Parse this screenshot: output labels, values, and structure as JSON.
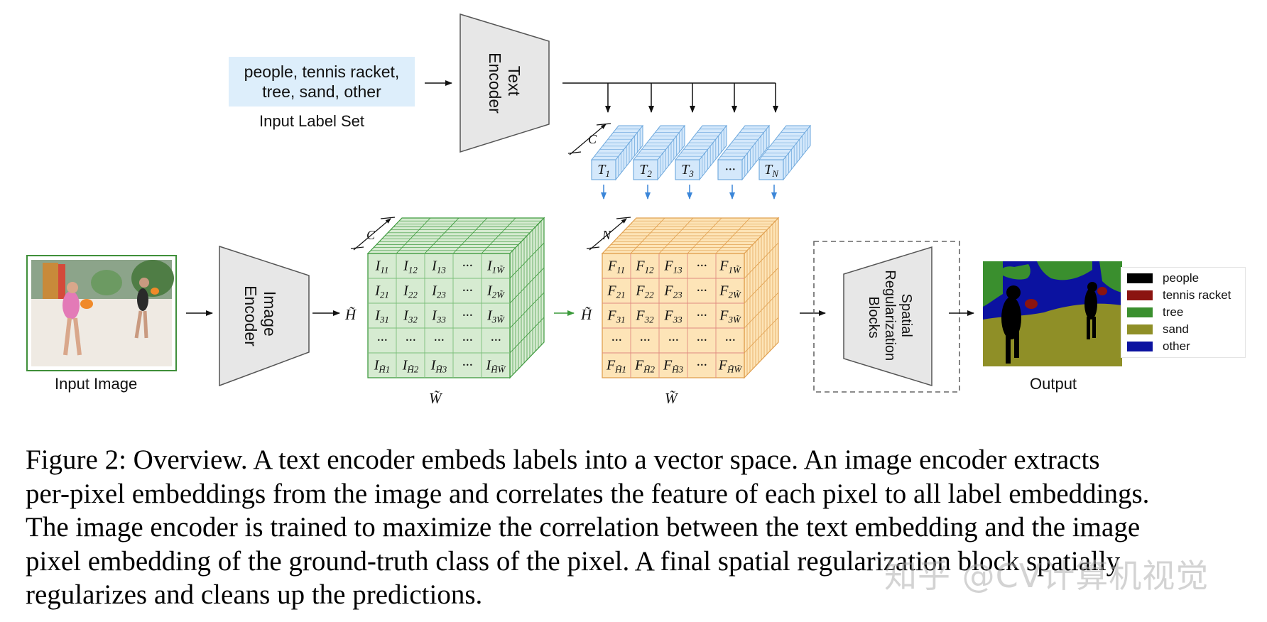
{
  "input_label_set": {
    "lines": [
      "people, tennis racket,",
      "tree, sand, other"
    ],
    "caption": "Input Label Set"
  },
  "text_encoder": {
    "lines": [
      "Text",
      "Encoder"
    ]
  },
  "image_encoder": {
    "lines": [
      "Image",
      "Encoder"
    ]
  },
  "spatial_block": {
    "lines": [
      "Spatial",
      "Regularization",
      "Blocks"
    ]
  },
  "input_image": {
    "caption": "Input Image"
  },
  "output": {
    "caption": "Output"
  },
  "text_embeddings": {
    "depth_label": "C",
    "items": [
      {
        "base": "T",
        "sub": "1"
      },
      {
        "base": "T",
        "sub": "2"
      },
      {
        "base": "T",
        "sub": "3"
      },
      {
        "base": "···",
        "sub": ""
      },
      {
        "base": "T",
        "sub": "N"
      }
    ]
  },
  "image_embeddings": {
    "depth_label": "C",
    "height_label": "H̃",
    "width_label": "W̃",
    "rows": [
      [
        {
          "b": "I",
          "s": "11"
        },
        {
          "b": "I",
          "s": "12"
        },
        {
          "b": "I",
          "s": "13"
        },
        {
          "b": "···",
          "s": ""
        },
        {
          "b": "I",
          "s": "1W̃"
        }
      ],
      [
        {
          "b": "I",
          "s": "21"
        },
        {
          "b": "I",
          "s": "22"
        },
        {
          "b": "I",
          "s": "23"
        },
        {
          "b": "···",
          "s": ""
        },
        {
          "b": "I",
          "s": "2W̃"
        }
      ],
      [
        {
          "b": "I",
          "s": "31"
        },
        {
          "b": "I",
          "s": "32"
        },
        {
          "b": "I",
          "s": "33"
        },
        {
          "b": "···",
          "s": ""
        },
        {
          "b": "I",
          "s": "3W̃"
        }
      ],
      [
        {
          "b": "···",
          "s": ""
        },
        {
          "b": "···",
          "s": ""
        },
        {
          "b": "···",
          "s": ""
        },
        {
          "b": "···",
          "s": ""
        },
        {
          "b": "···",
          "s": ""
        }
      ],
      [
        {
          "b": "I",
          "s": "H̃1"
        },
        {
          "b": "I",
          "s": "H̃2"
        },
        {
          "b": "I",
          "s": "H̃3"
        },
        {
          "b": "···",
          "s": ""
        },
        {
          "b": "I",
          "s": "H̃W̃"
        }
      ]
    ]
  },
  "correlation": {
    "depth_label": "N",
    "height_label": "H̃",
    "width_label": "W̃",
    "rows": [
      [
        {
          "b": "F",
          "s": "11"
        },
        {
          "b": "F",
          "s": "12"
        },
        {
          "b": "F",
          "s": "13"
        },
        {
          "b": "···",
          "s": ""
        },
        {
          "b": "F",
          "s": "1W̃"
        }
      ],
      [
        {
          "b": "F",
          "s": "21"
        },
        {
          "b": "F",
          "s": "22"
        },
        {
          "b": "F",
          "s": "23"
        },
        {
          "b": "···",
          "s": ""
        },
        {
          "b": "F",
          "s": "2W̃"
        }
      ],
      [
        {
          "b": "F",
          "s": "31"
        },
        {
          "b": "F",
          "s": "32"
        },
        {
          "b": "F",
          "s": "33"
        },
        {
          "b": "···",
          "s": ""
        },
        {
          "b": "F",
          "s": "3W̃"
        }
      ],
      [
        {
          "b": "···",
          "s": ""
        },
        {
          "b": "···",
          "s": ""
        },
        {
          "b": "···",
          "s": ""
        },
        {
          "b": "···",
          "s": ""
        },
        {
          "b": "···",
          "s": ""
        }
      ],
      [
        {
          "b": "F",
          "s": "H̃1"
        },
        {
          "b": "F",
          "s": "H̃2"
        },
        {
          "b": "F",
          "s": "H̃3"
        },
        {
          "b": "···",
          "s": ""
        },
        {
          "b": "F",
          "s": "H̃W̃"
        }
      ]
    ]
  },
  "legend": [
    {
      "label": "people",
      "color": "#000000"
    },
    {
      "label": "tennis racket",
      "color": "#8b1410"
    },
    {
      "label": "tree",
      "color": "#3a8f2e"
    },
    {
      "label": "sand",
      "color": "#8f8f27"
    },
    {
      "label": "other",
      "color": "#0b12a0"
    }
  ],
  "colors": {
    "green_face": "#d6ebd1",
    "green_line": "#3f9a3f",
    "orange_face": "#fde4b7",
    "orange_line": "#e0a050",
    "orange_grid": "#e08a80",
    "blue_face": "#d4e8fb",
    "blue_line": "#6aa6dc",
    "blue_arrow": "#3b86d8",
    "encoder_fill": "#e7e7e7",
    "green_arrow": "#3a9a3a"
  },
  "caption": {
    "lines": [
      "Figure 2: Overview. A text encoder embeds labels into a vector space. An image encoder extracts",
      "per-pixel embeddings from the image and correlates the feature of each pixel to all label embeddings.",
      "The image encoder is trained to maximize the correlation between the text embedding and the image",
      "pixel embedding of the ground-truth class of the pixel. A final spatial regularization block spatially",
      "regularizes and cleans up the predictions."
    ]
  },
  "watermark": "知乎 @CV计算机视觉"
}
